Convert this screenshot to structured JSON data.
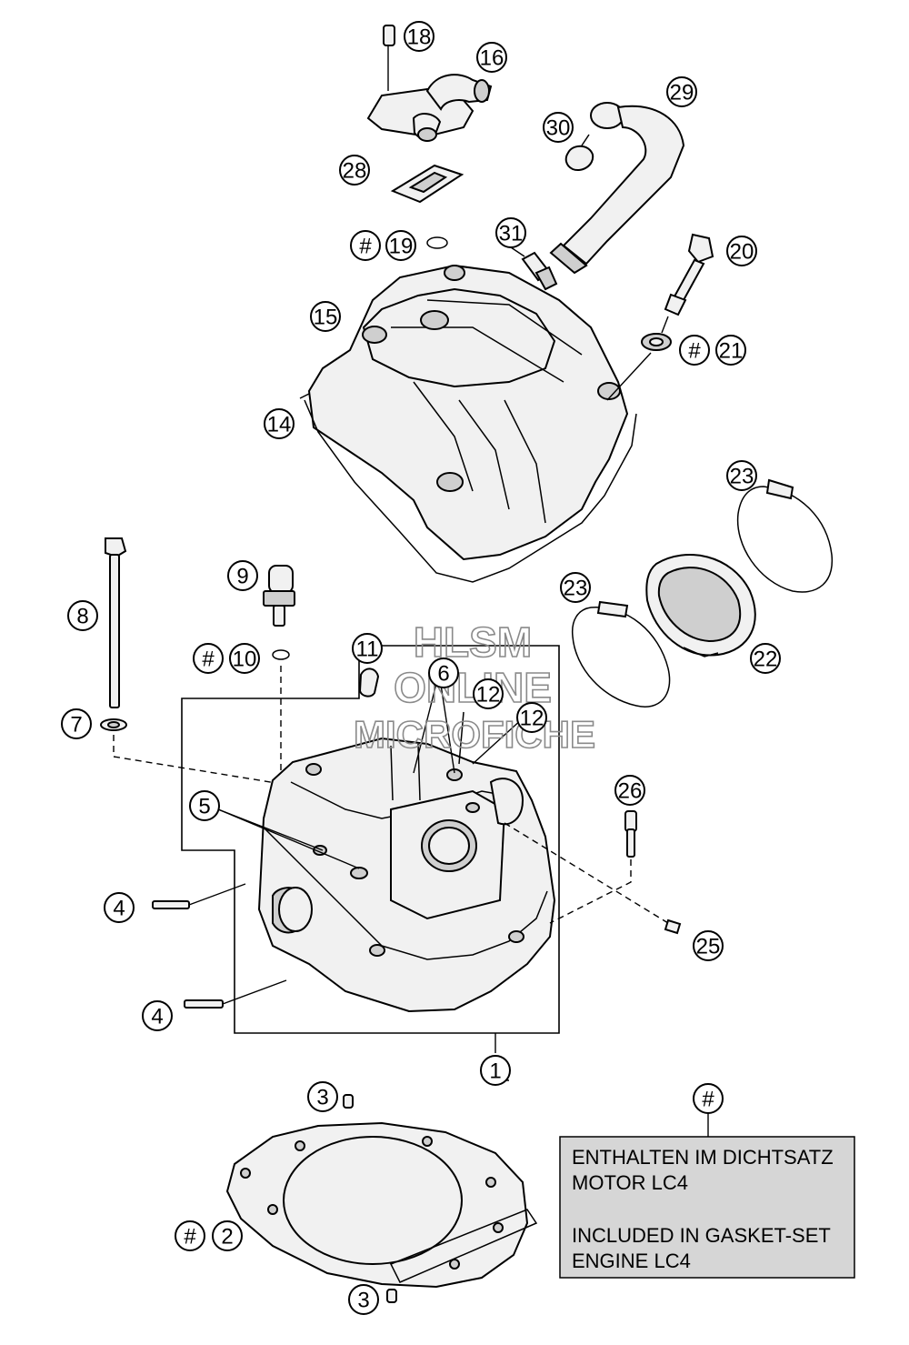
{
  "callouts": {
    "c1": "1",
    "c2": "2",
    "c3a": "3",
    "c3b": "3",
    "c4a": "4",
    "c4b": "4",
    "c5": "5",
    "c6": "6",
    "c7": "7",
    "c8": "8",
    "c9": "9",
    "c10": "10",
    "c11": "11",
    "c12a": "12",
    "c12b": "12",
    "c14": "14",
    "c15": "15",
    "c16": "16",
    "c18": "18",
    "c19": "19",
    "c20": "20",
    "c21": "21",
    "c22": "22",
    "c23a": "23",
    "c23b": "23",
    "c25": "25",
    "c26": "26",
    "c28": "28",
    "c29": "29",
    "c30": "30",
    "c31": "31"
  },
  "markers": {
    "hash": "#"
  },
  "watermark": {
    "line1": "HLSM",
    "line2": "ONLINE",
    "line3": "MICROFICHE"
  },
  "legend": {
    "symbol": "#",
    "de_line1": "ENTHALTEN IM DICHTSATZ",
    "de_line2": "MOTOR LC4",
    "en_line1": "INCLUDED IN GASKET-SET",
    "en_line2": "ENGINE LC4"
  }
}
